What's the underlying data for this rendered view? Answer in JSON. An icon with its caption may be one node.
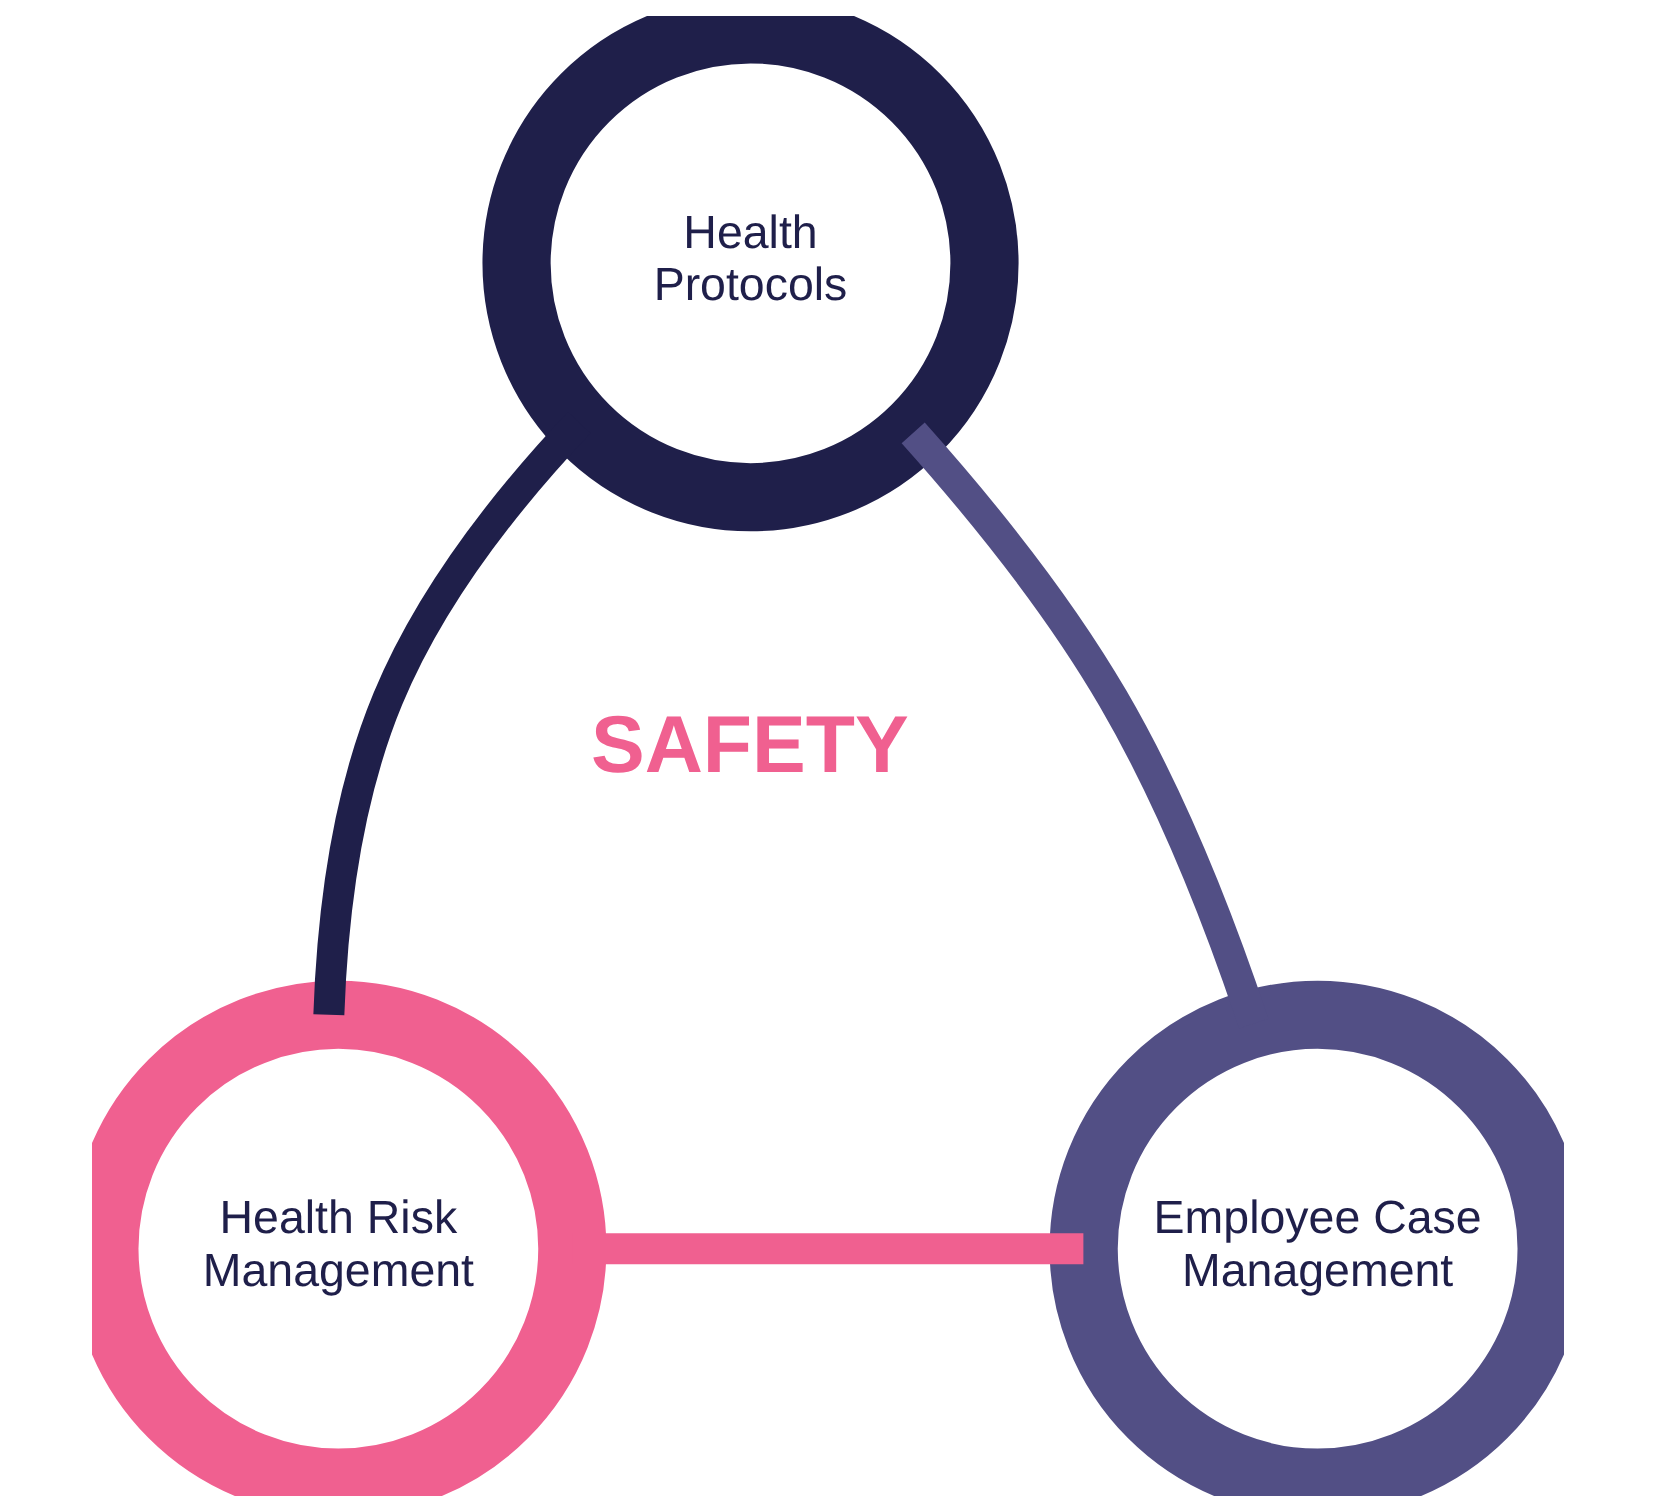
{
  "diagram": {
    "nodes": [
      {
        "text": [
          "Health Protocols"
        ]
      },
      {
        "text": [
          "Health Risk Management"
        ]
      },
      {
        "text": [
          "Employee Case Management"
        ]
      }
    ],
    "edges": [
      {
        "from": 0,
        "to": 1,
        "arrow": "none",
        "color": "#1f1f4a"
      },
      {
        "from": 0,
        "to": 2,
        "arrow": "none",
        "color": "#524f85"
      },
      {
        "from": 1,
        "to": 2,
        "arrow": "none",
        "color": "#f06090"
      }
    ],
    "labels": [
      "SAFETY"
    ]
  }
}
